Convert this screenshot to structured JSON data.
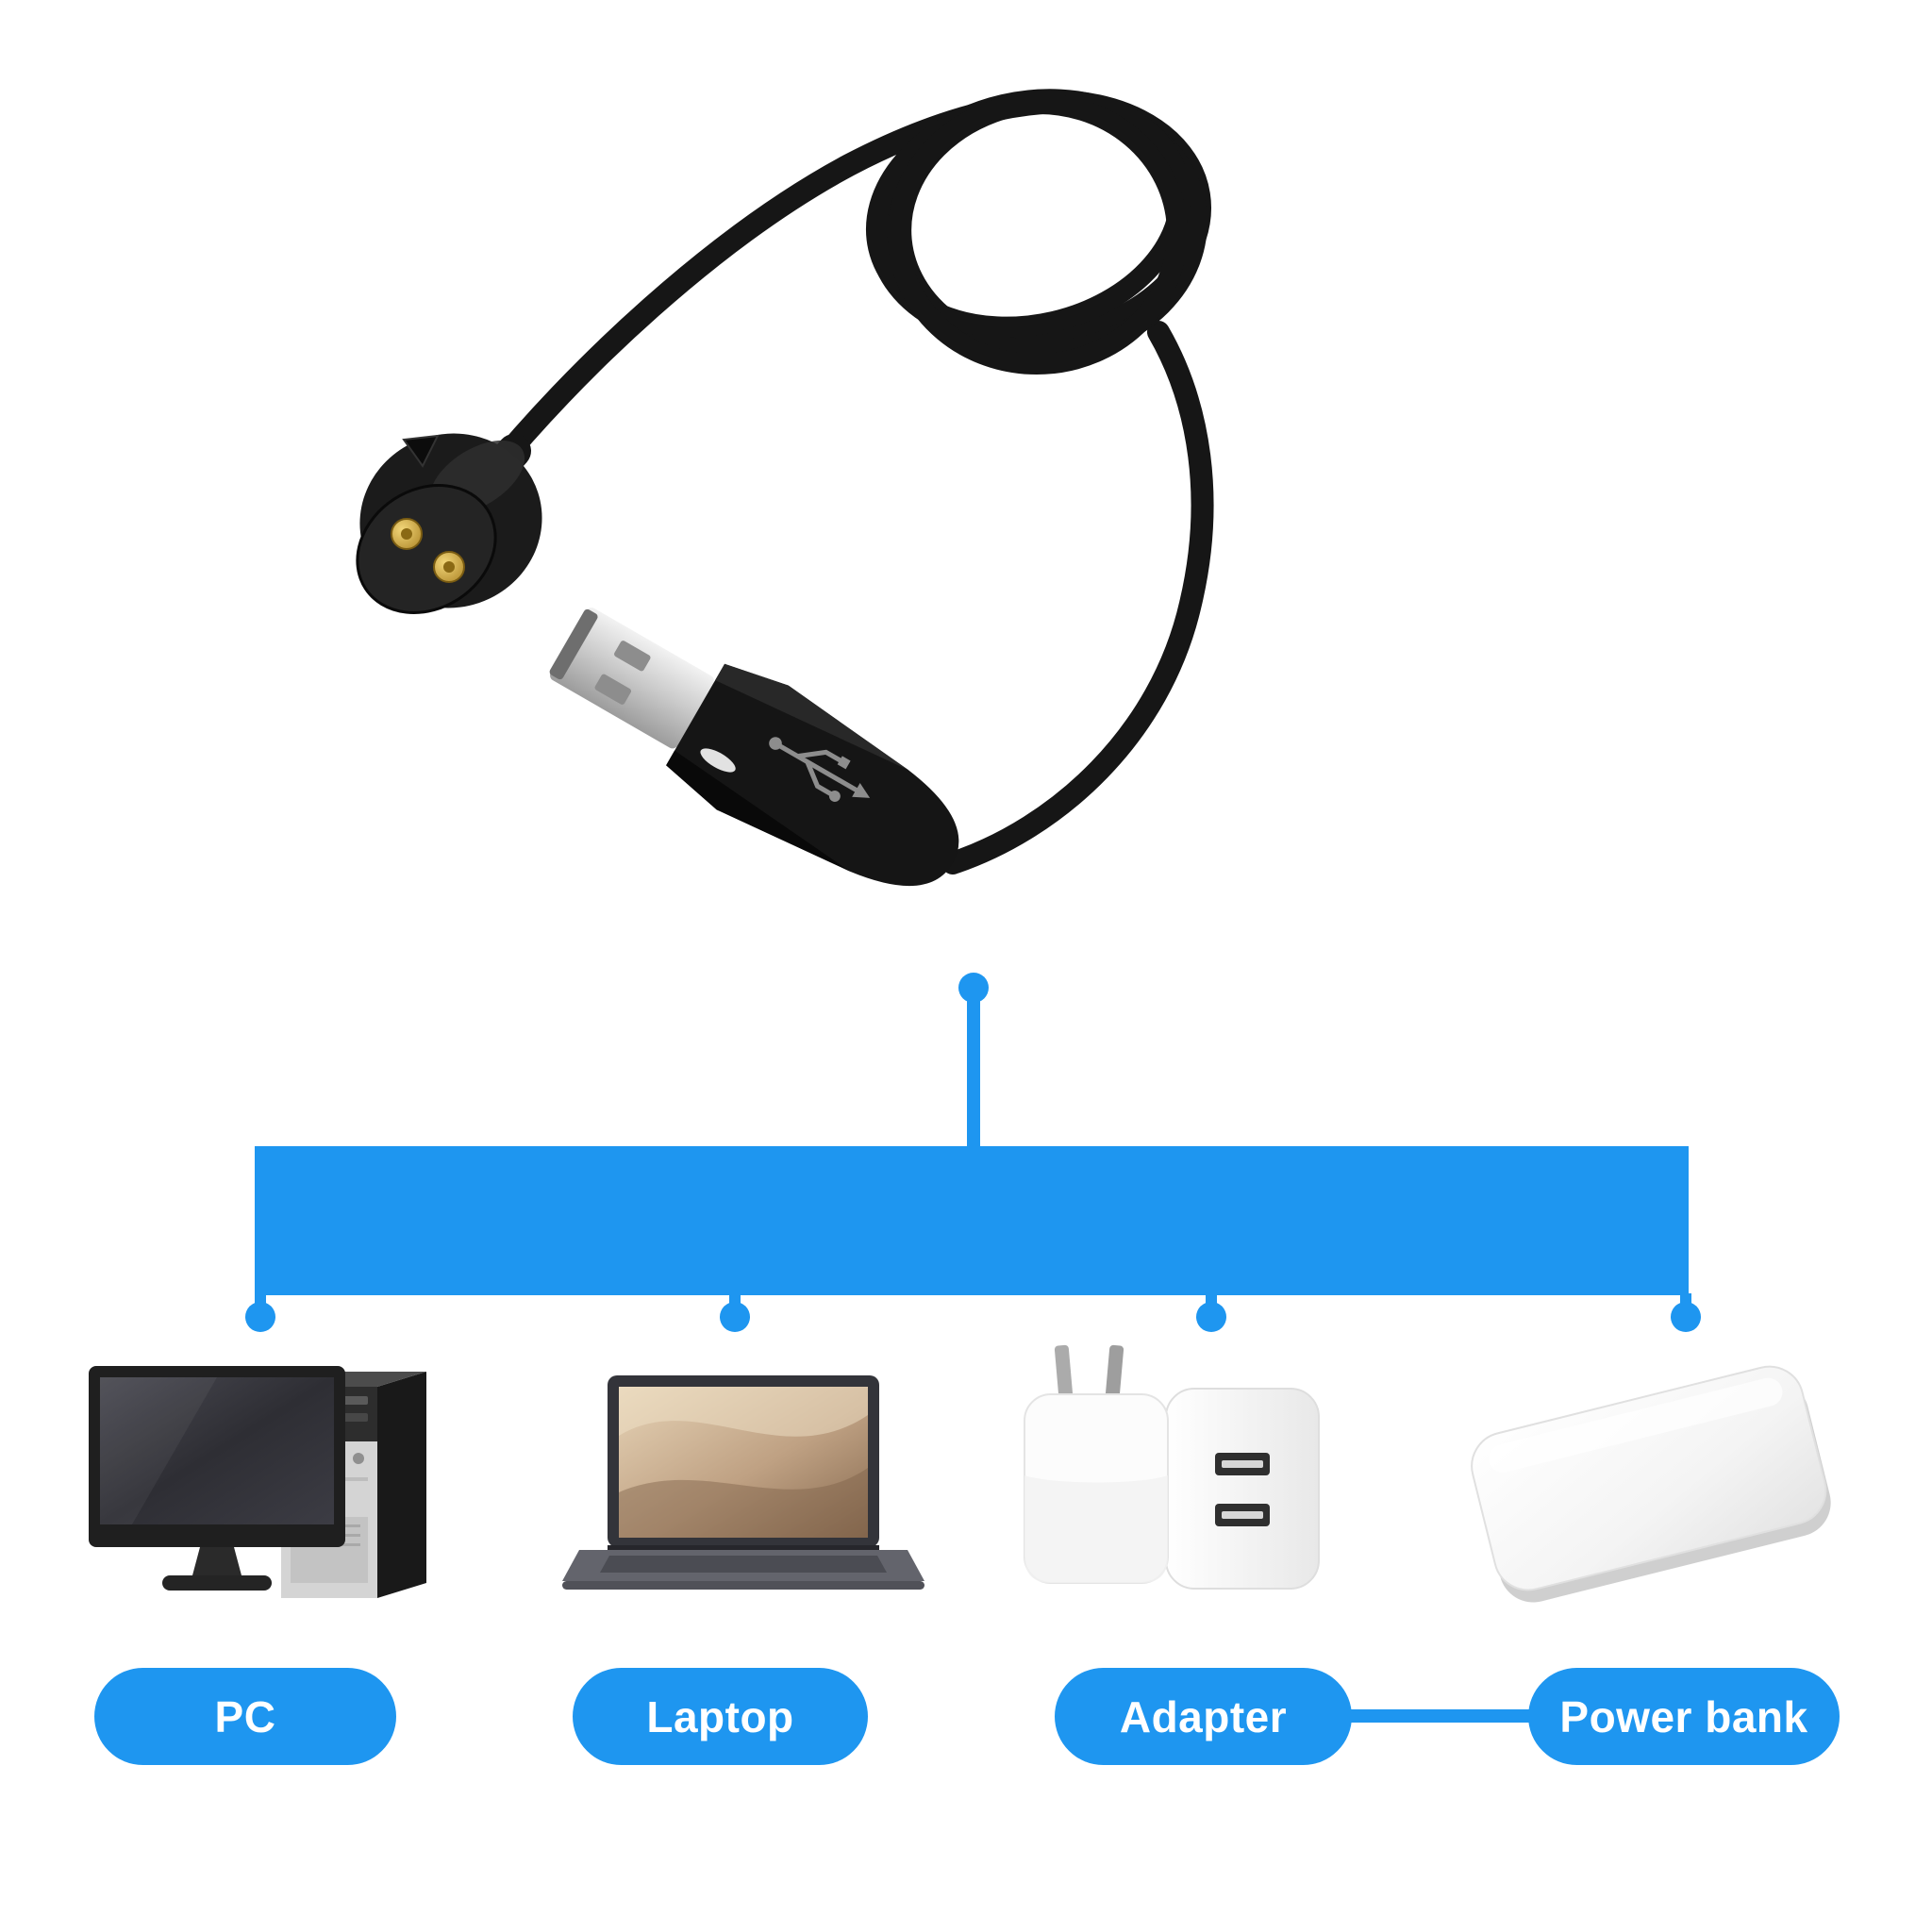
{
  "colors": {
    "accent": "#1E96F0",
    "pill_text": "#FFFFFF",
    "background": "#FFFFFF",
    "cable_black": "#161616",
    "pin_gold": "#C9A13C"
  },
  "hero": {
    "icon": "usb-charging-cable-with-magnetic-dock-icon"
  },
  "diagram": {
    "targets": [
      {
        "label": "PC",
        "icon": "desktop-pc-icon"
      },
      {
        "label": "Laptop",
        "icon": "laptop-icon"
      },
      {
        "label": "Adapter",
        "icon": "usb-wall-adapter-icon"
      },
      {
        "label": "Power bank",
        "icon": "power-bank-icon"
      }
    ]
  }
}
